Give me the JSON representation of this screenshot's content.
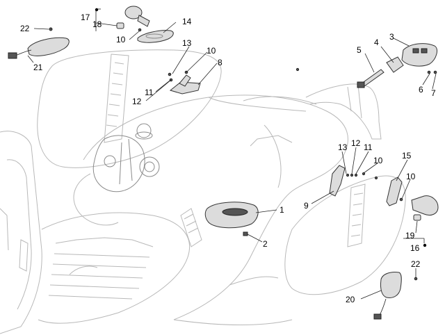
{
  "callouts": [
    {
      "id": "c1",
      "label": "1"
    },
    {
      "id": "c2",
      "label": "2"
    },
    {
      "id": "c3",
      "label": "3"
    },
    {
      "id": "c4",
      "label": "4"
    },
    {
      "id": "c5",
      "label": "5"
    },
    {
      "id": "c6",
      "label": "6"
    },
    {
      "id": "c7",
      "label": "7"
    },
    {
      "id": "c8",
      "label": "8"
    },
    {
      "id": "c9",
      "label": "9"
    },
    {
      "id": "c10a",
      "label": "10"
    },
    {
      "id": "c10b",
      "label": "10"
    },
    {
      "id": "c10c",
      "label": "10"
    },
    {
      "id": "c10d",
      "label": "10"
    },
    {
      "id": "c11a",
      "label": "11"
    },
    {
      "id": "c11b",
      "label": "11"
    },
    {
      "id": "c12a",
      "label": "12"
    },
    {
      "id": "c12b",
      "label": "12"
    },
    {
      "id": "c13a",
      "label": "13"
    },
    {
      "id": "c13b",
      "label": "13"
    },
    {
      "id": "c14",
      "label": "14"
    },
    {
      "id": "c15",
      "label": "15"
    },
    {
      "id": "c16",
      "label": "16"
    },
    {
      "id": "c17",
      "label": "17"
    },
    {
      "id": "c18",
      "label": "18"
    },
    {
      "id": "c19",
      "label": "19"
    },
    {
      "id": "c20",
      "label": "20"
    },
    {
      "id": "c21",
      "label": "21"
    },
    {
      "id": "c22a",
      "label": "22"
    },
    {
      "id": "c22b",
      "label": "22"
    }
  ],
  "colors": {
    "outline": "#b8b8b8",
    "part": "#dcdcdc",
    "ink": "#222222"
  }
}
